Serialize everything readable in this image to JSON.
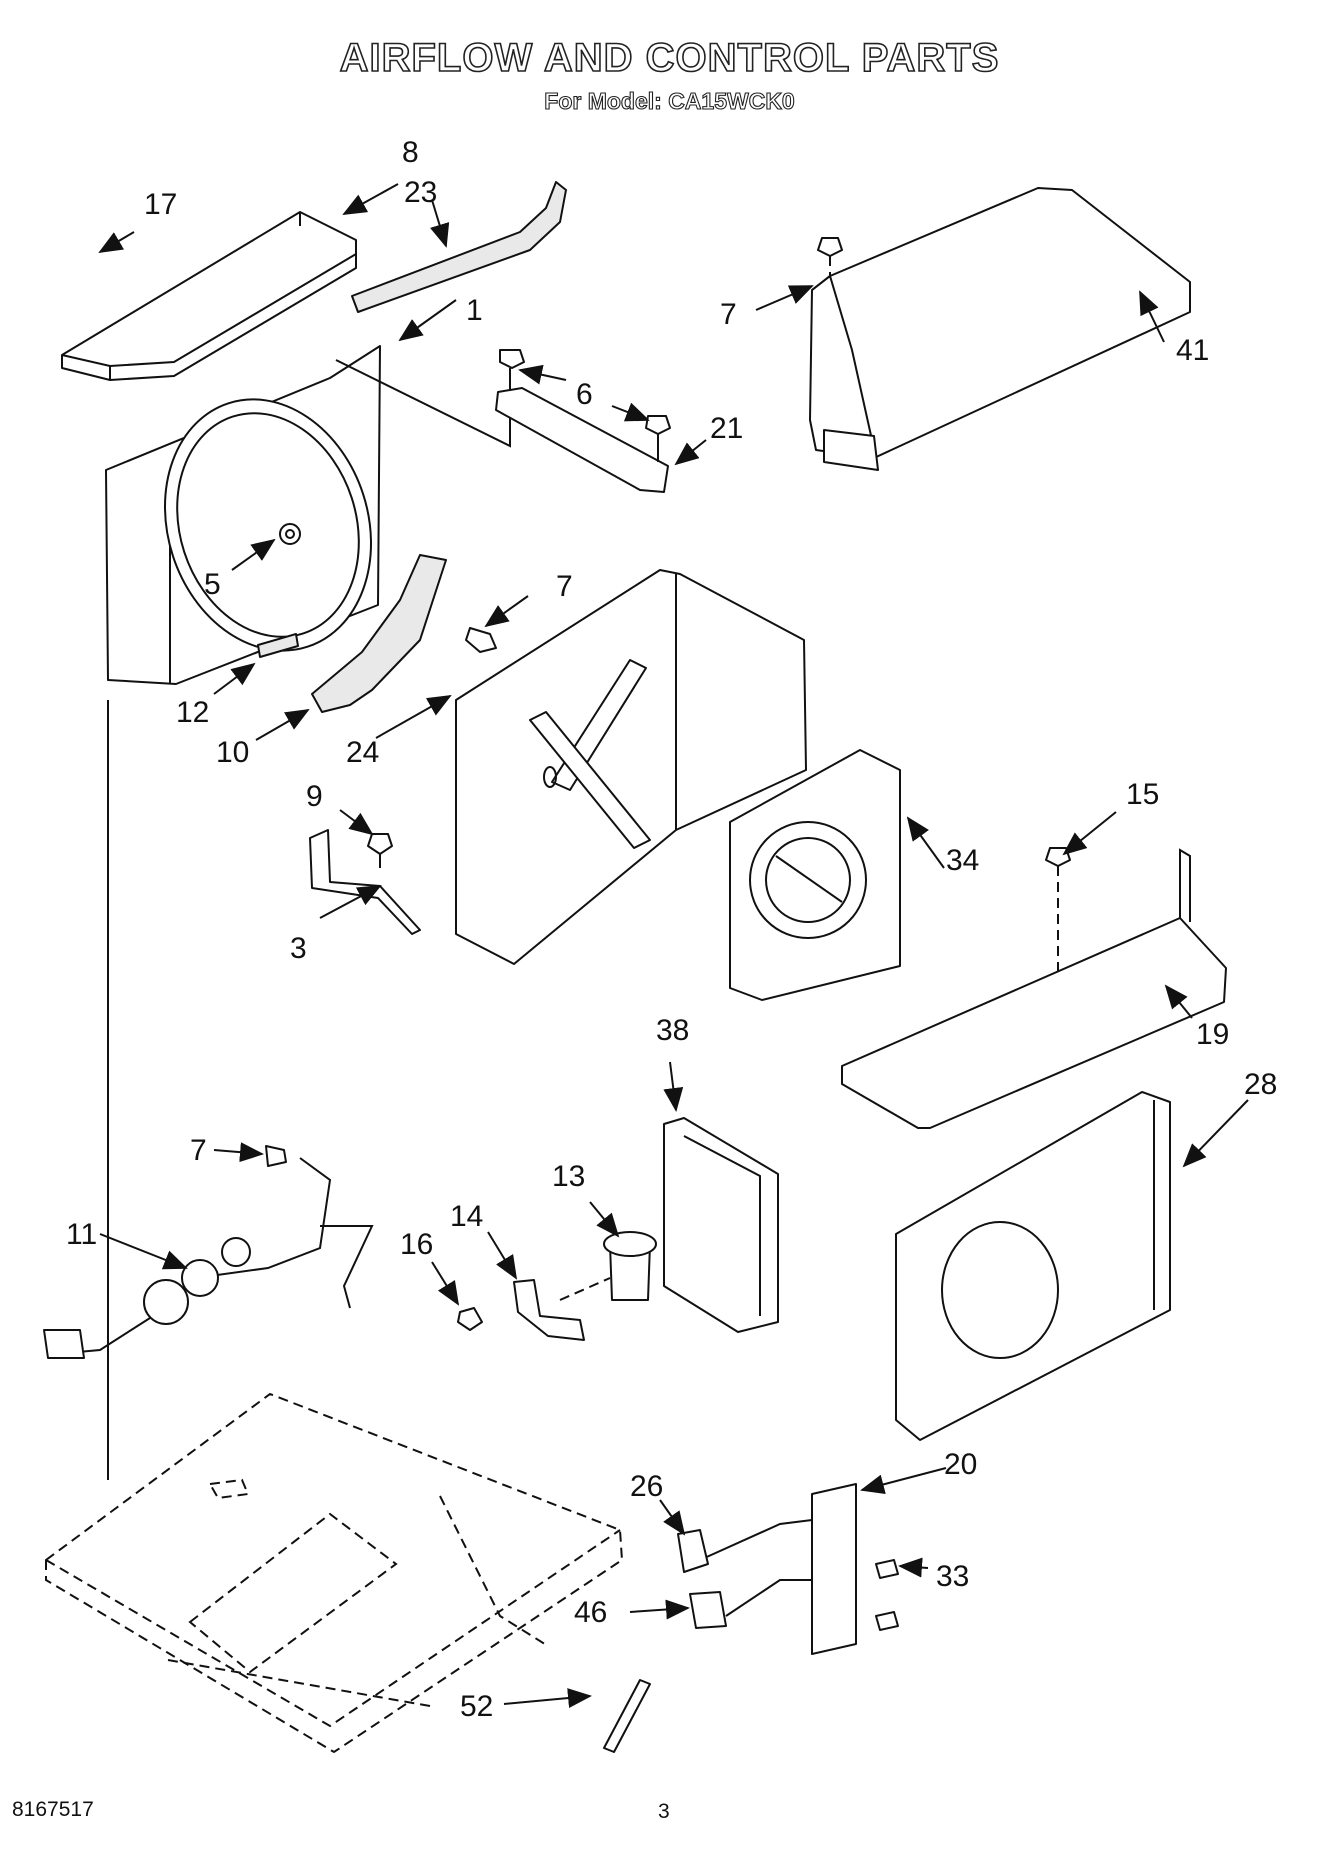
{
  "header": {
    "title": "AIRFLOW AND CONTROL PARTS",
    "subtitle": "For Model: CA15WCK0"
  },
  "footer": {
    "doc_number": "8167517",
    "page_number": "3"
  },
  "callouts": [
    "8",
    "23",
    "17",
    "1",
    "6",
    "21",
    "7",
    "41",
    "5",
    "7",
    "12",
    "10",
    "24",
    "9",
    "3",
    "34",
    "15",
    "19",
    "38",
    "28",
    "7",
    "11",
    "14",
    "13",
    "16",
    "20",
    "26",
    "33",
    "46",
    "52"
  ]
}
